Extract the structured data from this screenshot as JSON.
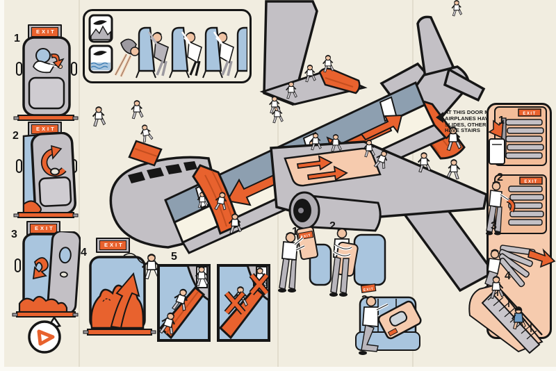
{
  "labels": {
    "exit_sign": "EXIT",
    "door_note_lines": [
      "AT THIS DOOR MOST",
      "AIRPLANES HAVE",
      "SLIDES, OTHERS",
      "HAVE STAIRS"
    ]
  },
  "steps": {
    "door_operation": [
      {
        "number": "1"
      },
      {
        "number": "2"
      },
      {
        "number": "3"
      }
    ],
    "slide_inflation": {
      "number": "4"
    },
    "slide_jumping": {
      "number": "5"
    },
    "overwing_hatch": [
      {
        "number": "1"
      },
      {
        "number": "2"
      },
      {
        "number": "3"
      }
    ],
    "aft_stairs": [
      {
        "number": "1"
      },
      {
        "number": "2"
      },
      {
        "number": "3"
      },
      {
        "number": "4"
      }
    ]
  },
  "colors": {
    "background": "#f1ede0",
    "orange": "#e8622e",
    "fuselage_gray": "#c3c0c5",
    "cabin_wall_blue": "#8d9fb0",
    "sky_blue": "#a9c5de",
    "peach": "#f6cbae",
    "outline": "#161616",
    "white": "#ffffff"
  },
  "icons": {
    "land_icon": "airplane-over-mountains",
    "water_icon": "airplane-over-water",
    "note_pointer": "left-triangle"
  }
}
